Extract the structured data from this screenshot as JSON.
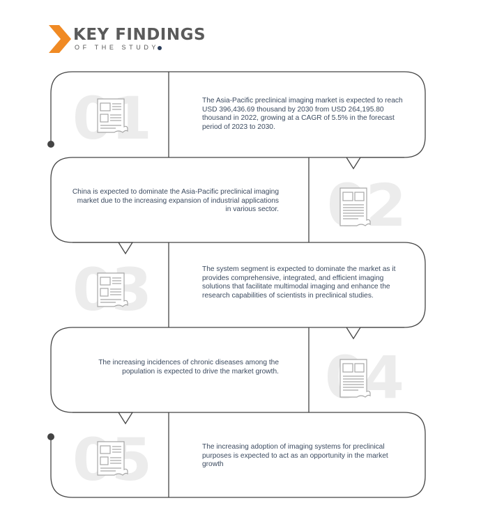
{
  "header": {
    "title": "KEY FINDINGS",
    "subtitle": "OF THE STUDY",
    "accent_color": "#f08a24"
  },
  "steps": [
    {
      "number": "01",
      "icon": "document-icon",
      "text": "The Asia-Pacific preclinical imaging market is expected to reach USD 396,436.69 thousand by 2030 from USD 264,195.80 thousand in 2022, growing at a CAGR of 5.5% in the forecast period of 2023 to 2030."
    },
    {
      "number": "02",
      "icon": "document-icon",
      "text": "China is expected to  dominate the Asia-Pacific preclinical imaging market due to the increasing expansion of industrial applications in various sector."
    },
    {
      "number": "03",
      "icon": "document-icon",
      "text": "The system segment is expected to dominate the market as it provides comprehensive, integrated, and efficient imaging solutions that facilitate multimodal imaging and enhance the research capabilities of scientists in preclinical studies."
    },
    {
      "number": "04",
      "icon": "document-icon",
      "text": "The increasing incidences of chronic diseases among the population is expected to drive the market growth."
    },
    {
      "number": "05",
      "icon": "document-icon",
      "text": "The increasing adoption of imaging systems for preclinical purposes is expected to act as an opportunity in the market growth"
    }
  ]
}
